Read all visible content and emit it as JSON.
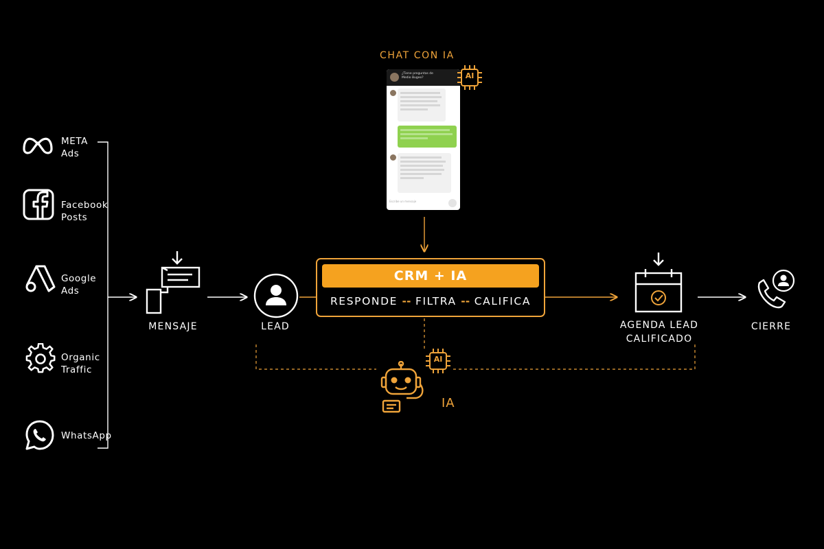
{
  "sources": [
    {
      "label": "META\nAds",
      "icon": "meta-icon"
    },
    {
      "label": "Facebook\nPosts",
      "icon": "facebook-icon"
    },
    {
      "label": "Google\nAds",
      "icon": "google-ads-icon"
    },
    {
      "label": "Organic\nTraffic",
      "icon": "gear-icon"
    },
    {
      "label": "WhatsApp",
      "icon": "whatsapp-icon"
    }
  ],
  "nodes": {
    "mensaje": "MENSAJE",
    "lead": "LEAD",
    "agenda": "AGENDA LEAD\nCALIFICADO",
    "cierre": "CIERRE"
  },
  "chat": {
    "heading": "CHAT CON IA",
    "title": "¿Tiene preguntas de Medio Bugeo?",
    "chip": "AI",
    "input_placeholder": "Escribe un mensaje"
  },
  "crm": {
    "title": "CRM + IA",
    "step1": "RESPONDE",
    "step2": "FILTRA",
    "step3": "CALIFICA",
    "separator": "--"
  },
  "ia": {
    "label": "IA",
    "chip": "AI"
  },
  "colors": {
    "background": "#000000",
    "accent": "#f0a43a",
    "crm_bar": "#f5a21f",
    "line": "#ffffff",
    "chat_out_bubble": "#8fd14f"
  }
}
